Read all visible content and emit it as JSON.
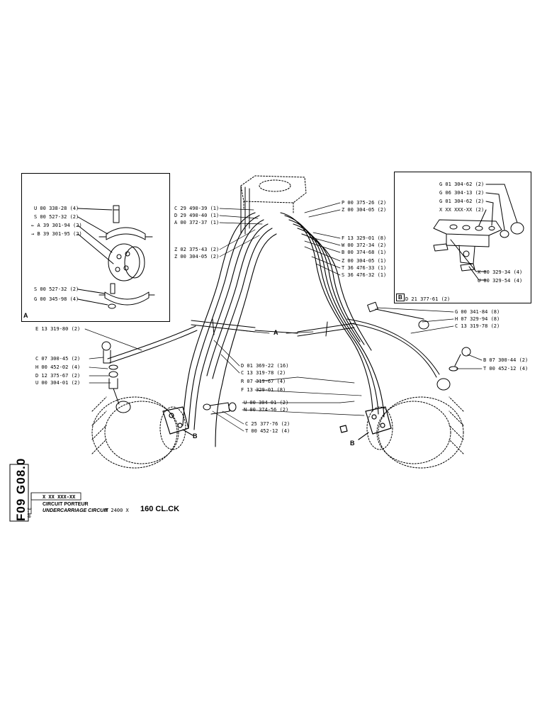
{
  "sheet": {
    "code": "F09 G08.0",
    "part_no": "X XX XXX-XX",
    "page": "3.80",
    "title_fr": "CIRCUIT PORTEUR",
    "title_en": "UNDERCARRIAGE CIRCUIT",
    "model_prefix": "M 2400 X",
    "model": "160 CL.CK"
  },
  "inset_a": {
    "tag": "A",
    "labels": [
      "U 00 338-28 (4)",
      "S 00 527-32 (2)",
      "A 39 301-94 (2)",
      "B 39 301-95 (2)",
      "S 00 527-32 (2)",
      "G 00 345-98 (4)"
    ]
  },
  "inset_b": {
    "tag": "B",
    "labels": [
      "G 01 304-62 (2)",
      "G 06 304-13 (2)",
      "G 01 304-62 (2)",
      "X XX XXX-XX (2)",
      "X 00 329-34 (4)",
      "U 00 329-54 (4)"
    ],
    "footer": "D 21 377-61 (2)"
  },
  "callouts_top_left": [
    "C 29 490-39 (1)",
    "D 29 490-40 (1)",
    "A 00 372-37 (1)",
    "Z 02 375-43 (2)",
    "Z 00 304-05 (2)"
  ],
  "callouts_top_right": [
    "P 00 375-26 (2)",
    "Z 00 304-05 (2)",
    "F 13 329-01 (8)",
    "W 00 372-34 (2)",
    "B 00 374-68 (1)",
    "Z 00 304-05 (1)",
    "T 36 476-33 (1)",
    "S 36 476-32 (1)"
  ],
  "callouts_left": [
    "E 13 319-80 (2)",
    "C 07 300-45 (2)",
    "H 00 452-02 (4)",
    "D 12 375-67 (2)",
    "U 00 304-01 (2)"
  ],
  "callouts_center": [
    "D 01 369-22 (16)",
    "C 13 319-78 (2)",
    "R 07 319-67 (4)",
    "F 13 329-01 (8)",
    "U 00 304-01 (2)",
    "N 00 374-56 (2)",
    "C 25 377-76 (2)",
    "T 00 452-12 (4)"
  ],
  "callouts_right": [
    "G 00 341-84 (8)",
    "H 07 329-94 (8)",
    "C 13 319-78 (2)",
    "B 07 300-44 (2)",
    "T 00 452-12 (4)"
  ],
  "view_tags": {
    "a_center": "A",
    "b_left": "B",
    "b_right": "B"
  }
}
